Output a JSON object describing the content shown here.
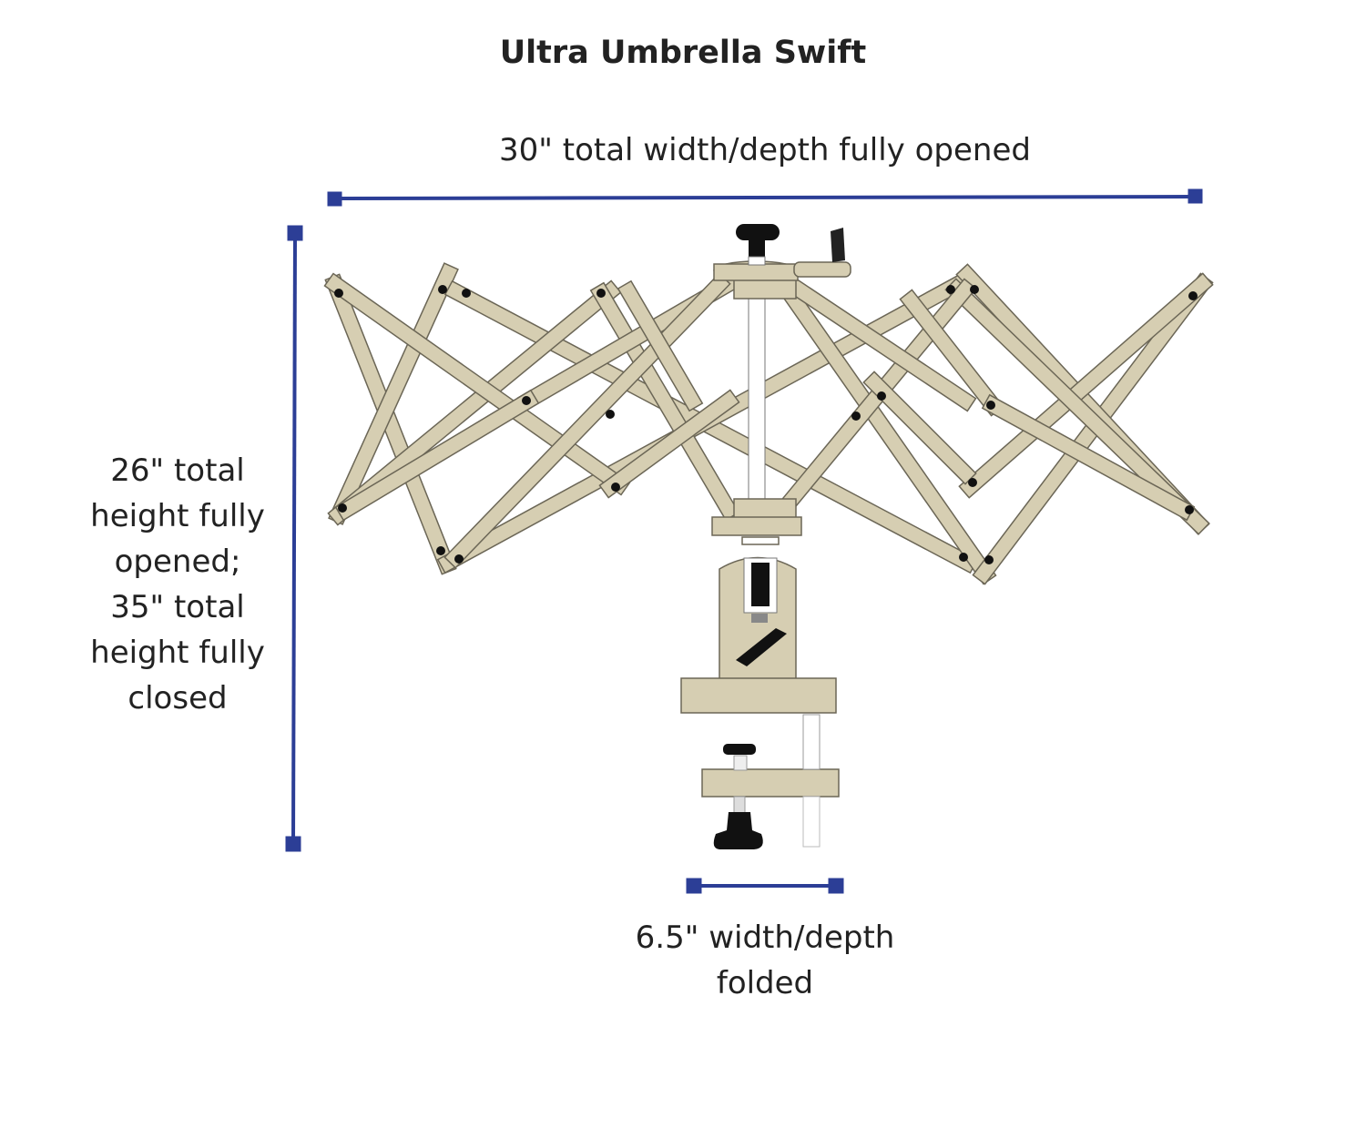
{
  "title": "Ultra Umbrella Swift",
  "dimensions": {
    "width_open": "30\" total width/depth fully opened",
    "height": [
      "26\" total",
      "height fully",
      "opened;",
      "35\" total",
      "height fully",
      "closed"
    ],
    "width_folded": [
      "6.5\" width/depth",
      "folded"
    ]
  },
  "colors": {
    "dimension_line": "#2c3e96",
    "wood": "#d6ceb2",
    "outline": "#6b6656",
    "hardware": "#111111"
  }
}
